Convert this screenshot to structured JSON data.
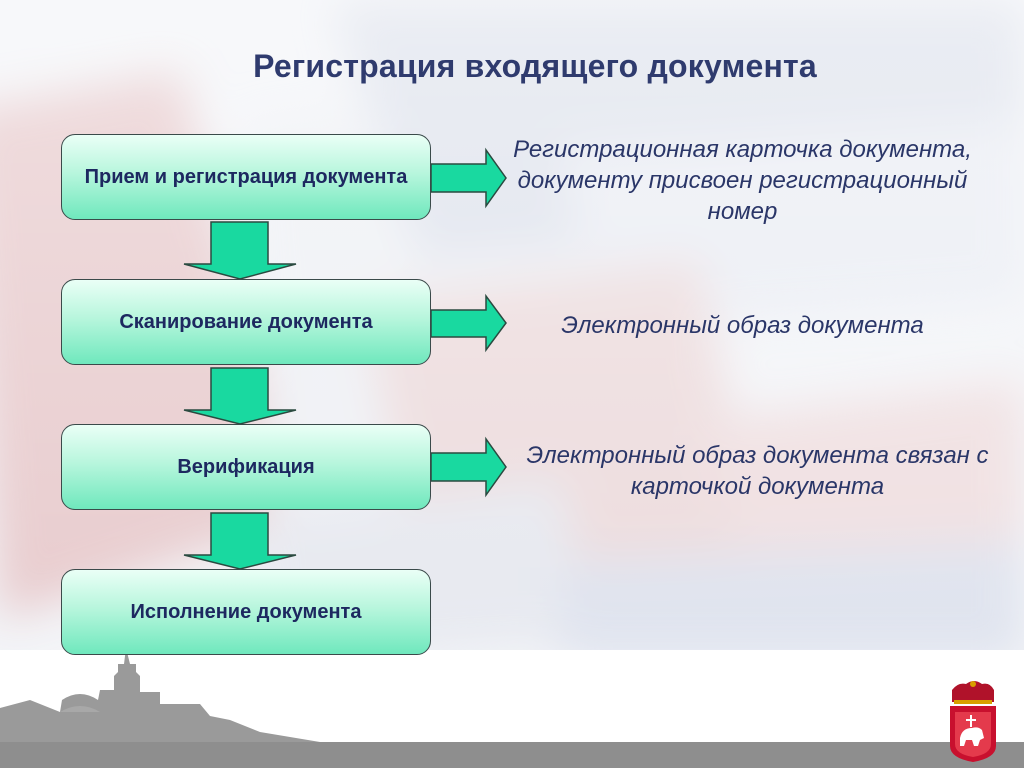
{
  "title": "Регистрация входящего документа",
  "steps": [
    {
      "label": "Прием и регистрация документа"
    },
    {
      "label": "Сканирование документа"
    },
    {
      "label": "Верификация"
    },
    {
      "label": "Исполнение документа"
    }
  ],
  "results": [
    {
      "text": "Регистрационная карточка документа, документу присвоен регистрационный номер"
    },
    {
      "text": "Электронный образ документа"
    },
    {
      "text": "Электронный образ документа связан с карточкой документа"
    }
  ],
  "colors": {
    "title": "#2f3b6e",
    "step_fill_top": "#eafff6",
    "step_fill_bottom": "#6fe8bd",
    "arrow_fill": "#19d9a0",
    "arrow_stroke": "#2a4a40",
    "emblem_red": "#c8102e"
  },
  "icons": [
    "city-silhouette-icon",
    "perm-coat-of-arms-icon"
  ]
}
